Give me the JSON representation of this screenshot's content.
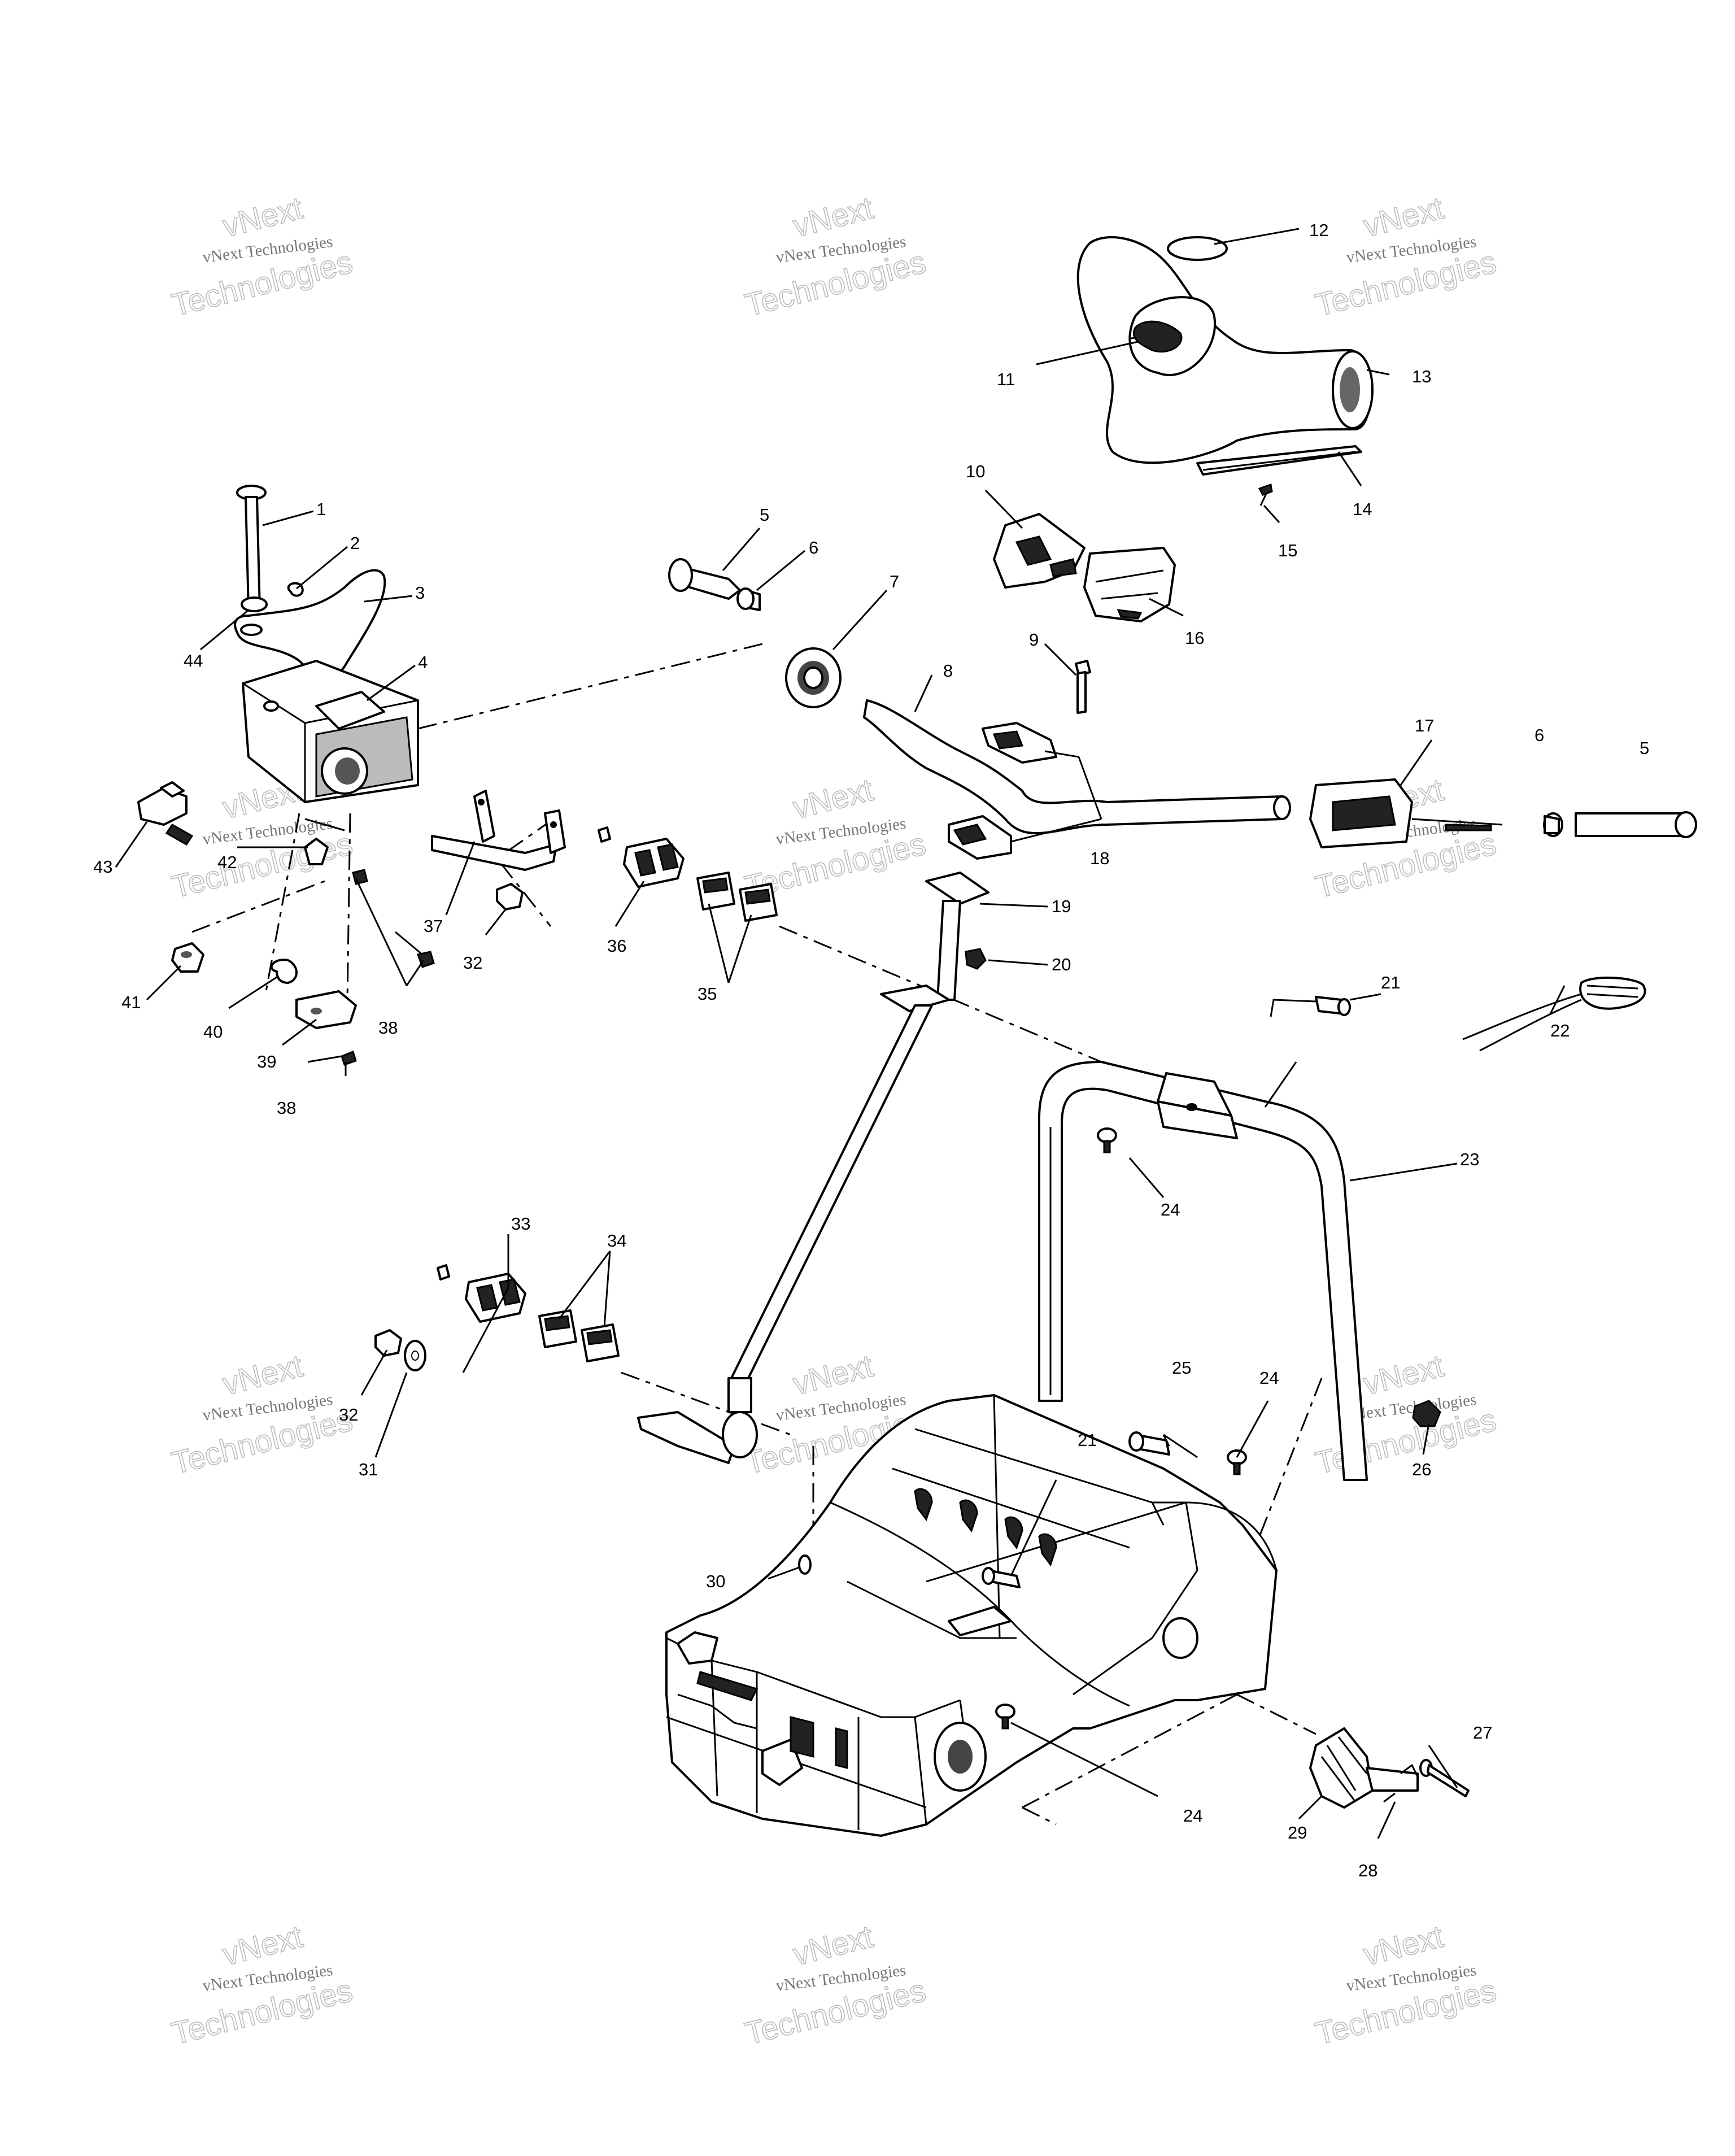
{
  "diagram": {
    "watermark": {
      "line1": "vNext",
      "line2": "vNext Technologies",
      "line3": "Technologies"
    },
    "callouts": [
      "1",
      "2",
      "3",
      "4",
      "5",
      "6",
      "7",
      "8",
      "9",
      "10",
      "11",
      "12",
      "13",
      "14",
      "15",
      "16",
      "17",
      "18",
      "19",
      "20",
      "21",
      "22",
      "23",
      "24",
      "25",
      "26",
      "27",
      "28",
      "29",
      "30",
      "31",
      "32",
      "33",
      "34",
      "35",
      "36",
      "37",
      "38",
      "39",
      "40",
      "41",
      "42",
      "43",
      "44"
    ],
    "callout_labels": {
      "c1": "1",
      "c2": "2",
      "c3": "3",
      "c4": "4",
      "c5a": "5",
      "c5b": "5",
      "c6a": "6",
      "c6b": "6",
      "c7": "7",
      "c8": "8",
      "c9": "9",
      "c10": "10",
      "c11": "11",
      "c12": "12",
      "c13": "13",
      "c14": "14",
      "c15": "15",
      "c16": "16",
      "c17": "17",
      "c18": "18",
      "c19": "19",
      "c20": "20",
      "c21a": "21",
      "c21b": "21",
      "c22": "22",
      "c23": "23",
      "c24a": "24",
      "c24b": "24",
      "c24c": "24",
      "c25": "25",
      "c26": "26",
      "c27": "27",
      "c28": "28",
      "c29": "29",
      "c30": "30",
      "c31": "31",
      "c32a": "32",
      "c32b": "32",
      "c33": "33",
      "c34": "34",
      "c35": "35",
      "c36": "36",
      "c37": "37",
      "c38a": "38",
      "c38b": "38",
      "c39": "39",
      "c40": "40",
      "c41": "41",
      "c42": "42",
      "c43": "43",
      "c44": "44"
    }
  }
}
